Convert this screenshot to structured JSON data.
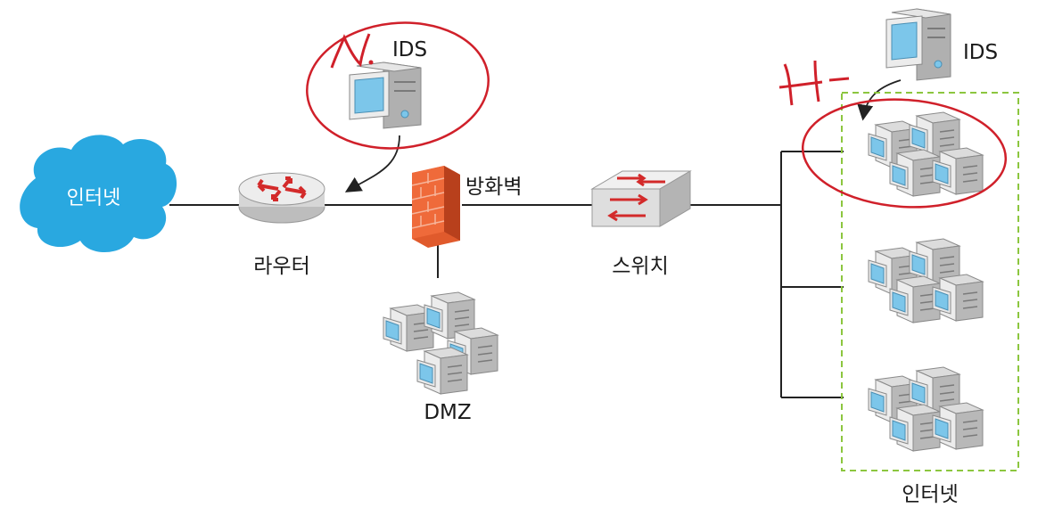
{
  "labels": {
    "cloud": "인터넷",
    "router": "라우터",
    "firewall": "방화벽",
    "switch": "스위치",
    "dmz": "DMZ",
    "ids_network": "IDS",
    "ids_host": "IDS",
    "internal_network": "인터넷"
  },
  "annotations": {
    "network_ids_mark": "N.",
    "host_ids_mark": "H-"
  },
  "colors": {
    "cloud": "#29a8e0",
    "annotation": "#d0202a",
    "dashed_zone": "#8cc63f",
    "firewall": "#e05a2c",
    "line": "#222222"
  }
}
